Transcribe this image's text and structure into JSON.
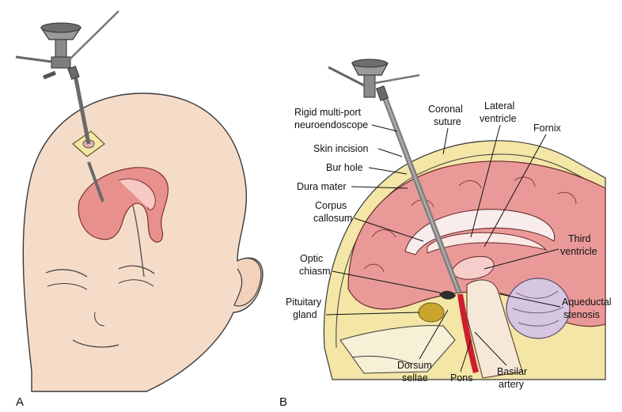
{
  "panels": {
    "a": "A",
    "b": "B"
  },
  "labels": {
    "rigid_scope_1": "Rigid multi-port",
    "rigid_scope_2": "neuroendoscope",
    "skin_incision": "Skin incision",
    "bur_hole": "Bur hole",
    "dura_mater": "Dura mater",
    "corpus_1": "Corpus",
    "corpus_2": "callosum",
    "optic_1": "Optic",
    "optic_2": "chiasm",
    "pituitary_1": "Pituitary",
    "pituitary_2": "gland",
    "coronal_1": "Coronal",
    "coronal_2": "suture",
    "lateral_1": "Lateral",
    "lateral_2": "ventricle",
    "fornix": "Fornix",
    "third_1": "Third",
    "third_2": "ventricle",
    "aqueductal_1": "Aqueductal",
    "aqueductal_2": "stenosis",
    "dorsum_1": "Dorsum",
    "dorsum_2": "sellae",
    "pons": "Pons",
    "basilar_1": "Basilar",
    "basilar_2": "artery"
  },
  "colors": {
    "skin": "#f5dcc9",
    "scalp_yellow": "#f3e6a6",
    "brain_pink": "#e99a98",
    "ventricle": "#f8ecec",
    "scope_gray": "#8c8c8c",
    "artery_red": "#cc1f2e",
    "cerebellum_purple": "#c9b4d6",
    "pituitary": "#c9a52c"
  },
  "icons": [
    "endoscope-illustration",
    "head-illustration",
    "brain-section-illustration"
  ]
}
